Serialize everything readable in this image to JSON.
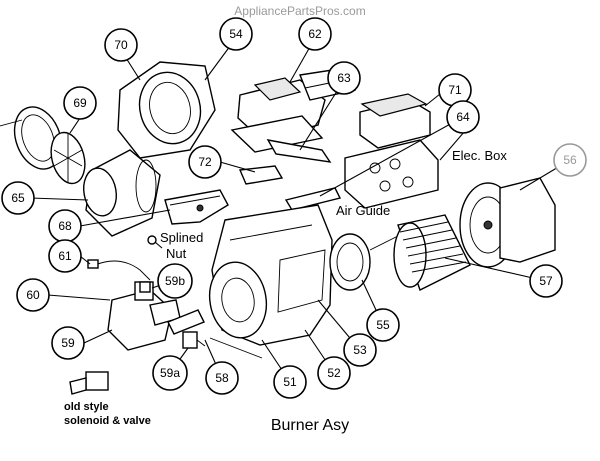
{
  "watermark": "AppliancePartsPros.com",
  "caption": "Burner Asy",
  "labels": {
    "elec_box": "Elec. Box",
    "air_guide": "Air Guide",
    "splined_nut": "Splined\nNut",
    "old_style": "old style\nsolenoid & valve"
  },
  "callouts": [
    "70",
    "54",
    "62",
    "69",
    "63",
    "71",
    "64",
    "65",
    "72",
    "68",
    "61",
    "60",
    "59b",
    "59",
    "59a",
    "58",
    "51",
    "52",
    "53",
    "55",
    "57",
    "56"
  ]
}
